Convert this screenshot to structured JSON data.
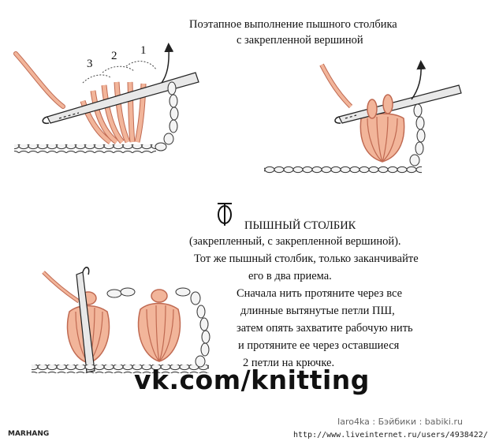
{
  "header": {
    "title_line1": "Поэтапное выполнение пышного столбика",
    "title_line2": "с закрепленной вершиной"
  },
  "step_numbers": [
    "3",
    "2",
    "1"
  ],
  "legend": {
    "symbol": "Ф",
    "name": "ПЫШНЫЙ СТОЛБИК",
    "subtitle": "(закрепленный, с закрепленной вершиной).",
    "lines": [
      "Тот же пышный столбик, только заканчивайте",
      "его в два приема.",
      "Сначала нить протяните через все",
      "длинные вытянутые петли ПШ,",
      "затем опять захватите рабочую нить",
      "и протяните ее через оставшиеся",
      "2 петли на крючке."
    ]
  },
  "watermark": "vk.com/knitting",
  "footer": {
    "brand": "MARHANG",
    "credit": "Iaro4ka : Бэйбики : babiki.ru",
    "url": "http://www.liveinternet.ru/users/4938422/"
  },
  "colors": {
    "yarn_fill": "#f2b59a",
    "yarn_stroke": "#c06a52",
    "hook": "#e6e6e6",
    "outline": "#222222"
  }
}
